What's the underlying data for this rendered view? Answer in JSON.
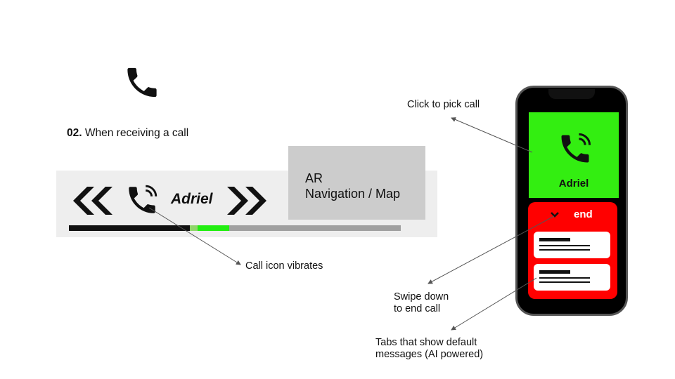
{
  "step": {
    "number": "02.",
    "title": "When receiving a call"
  },
  "hud": {
    "caller_name": "Adriel",
    "icons": [
      "call-icon",
      "chevron-left-double-icon",
      "chevron-right-double-icon",
      "ringing-phone-icon"
    ]
  },
  "ar_panel": {
    "line1": "AR",
    "line2": "Navigation / Map"
  },
  "annotations": {
    "vibrate": "Call icon vibrates",
    "pick": "Click to pick call",
    "swipe_line1": "Swipe down",
    "swipe_line2": "to end call",
    "tabs_line1": "Tabs that show default",
    "tabs_line2": "messages (AI powered)"
  },
  "phone": {
    "caller_name": "Adriel",
    "end_label": "end",
    "message_tab_count": 2
  },
  "colors": {
    "accept_green": "#33ee11",
    "end_red": "#ff0000",
    "hud_gray": "#eeeeee",
    "ar_gray": "#cccccc",
    "progress_active": "#22ee11"
  }
}
